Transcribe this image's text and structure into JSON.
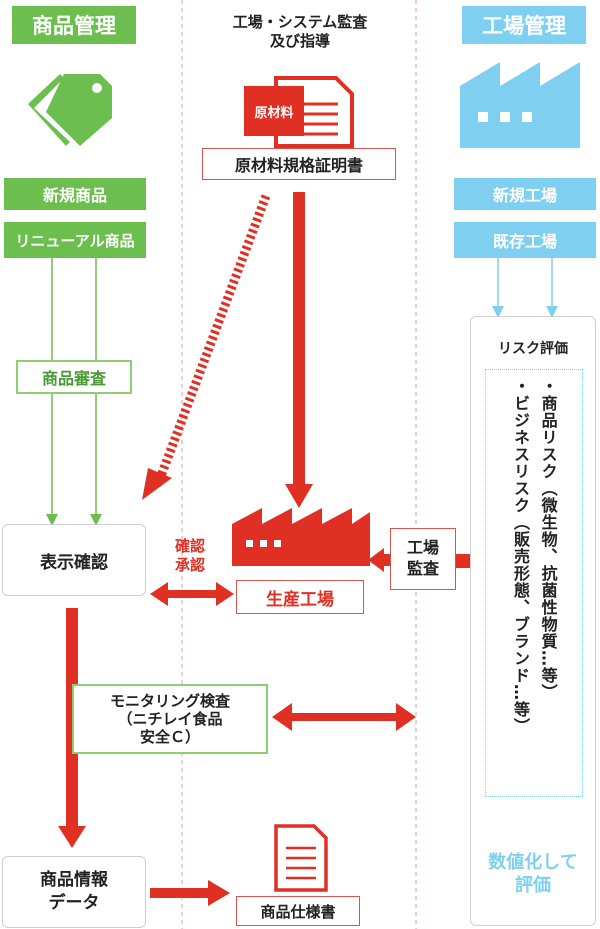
{
  "headers": {
    "left": "商品管理",
    "center_line1": "工場・システム監査",
    "center_line2": "及び指導",
    "right": "工場管理"
  },
  "left": {
    "new_product": "新規商品",
    "renewal_product": "リニューアル商品",
    "product_review": "商品審査",
    "label_check": "表示確認",
    "product_info_line1": "商品情報",
    "product_info_line2": "データ"
  },
  "center": {
    "material_doc_badge": "原材料",
    "material_cert": "原材料規格証明書",
    "confirm_line1": "確認",
    "confirm_line2": "承認",
    "production_factory": "生産工場",
    "factory_audit_line1": "工場",
    "factory_audit_line2": "監査",
    "monitoring_line1": "モニタリング検査",
    "monitoring_line2": "（ニチレイ食品",
    "monitoring_line3": "安全Ｃ）",
    "product_spec": "商品仕様書"
  },
  "right": {
    "new_factory": "新規工場",
    "existing_factory": "既存工場",
    "risk_eval_title": "リスク評価",
    "risk_item1": "・商品リスク（微生物、抗菌性物質…等）",
    "risk_item2": "・ビジネスリスク（販売形態、ブランド…等）",
    "quantify_line1": "数値化して",
    "quantify_line2": "評価"
  },
  "colors": {
    "green": "#6cbf4e",
    "blue": "#7fd0f0",
    "red": "#e03024"
  },
  "icons": [
    "price-tag-icon",
    "document-icon",
    "factory-icon"
  ]
}
